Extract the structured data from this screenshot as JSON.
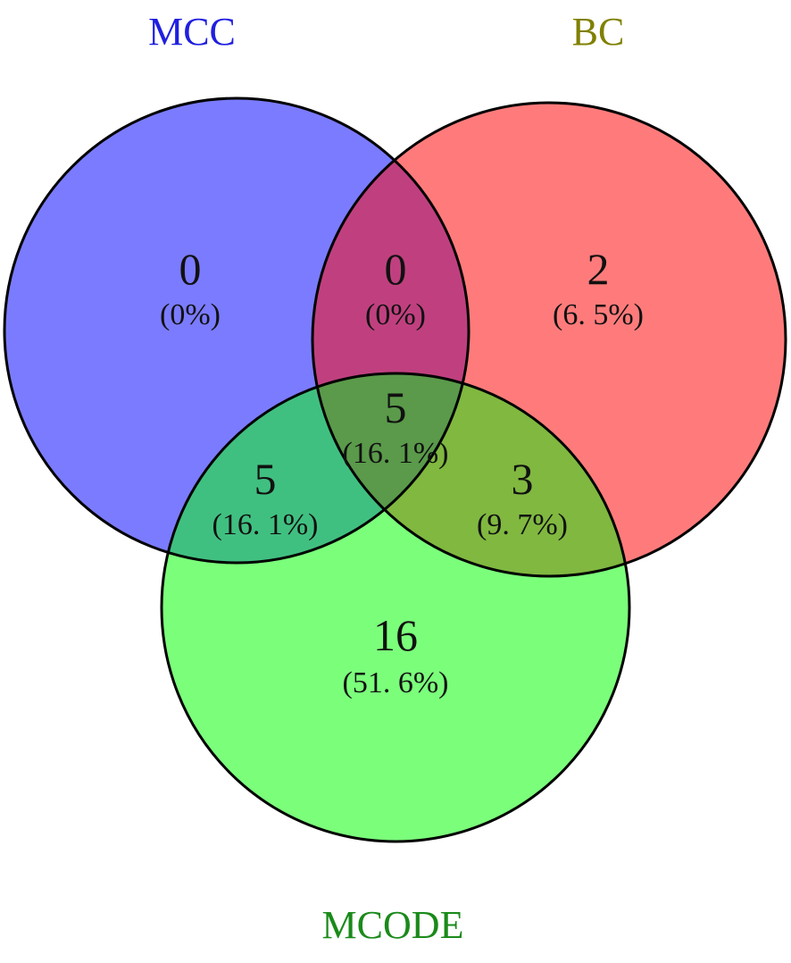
{
  "sets": [
    {
      "key": "mcc",
      "label": "MCC",
      "fill": "#7b7bff",
      "label_color": "#1f1fe0"
    },
    {
      "key": "bc",
      "label": "BC",
      "fill": "#ff7b7b",
      "label_color": "#808000"
    },
    {
      "key": "mcode",
      "label": "MCODE",
      "fill": "#7bff7b",
      "label_color": "#1a8a1a"
    }
  ],
  "regions": {
    "mcc_only": {
      "count": "0",
      "pct": "(0%)"
    },
    "mcc_bc": {
      "count": "0",
      "pct": "(0%)"
    },
    "bc_only": {
      "count": "2",
      "pct": "(6. 5%)"
    },
    "all_three": {
      "count": "5",
      "pct": "(16. 1%)"
    },
    "mcc_mcode": {
      "count": "5",
      "pct": "(16. 1%)"
    },
    "bc_mcode": {
      "count": "3",
      "pct": "(9. 7%)"
    },
    "mcode_only": {
      "count": "16",
      "pct": "(51. 6%)"
    }
  },
  "colors": {
    "mcc_bc": "#c0407f",
    "mcc_mcode": "#40c080",
    "bc_mcode": "#80b840",
    "all_three": "#5a9a4a",
    "outline": "#000000"
  }
}
